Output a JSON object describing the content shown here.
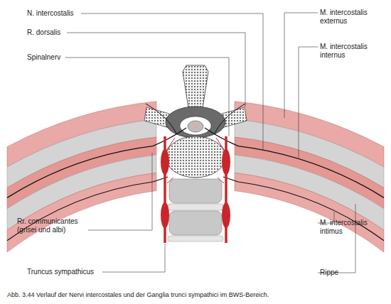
{
  "diagram": {
    "caption": "Abb. 3.44 Verlauf der Nervi intercostales und der Ganglia trunci sympathici im BWS-Bereich.",
    "labels": [
      "N. intercostalis",
      "M. intercostalis externus",
      "R. dorsalis",
      "M. intercostalis internus",
      "Spinalnerv",
      "Rr. communicantes (grisei und albi)",
      "M. intercostalis intimus",
      "Truncus sympathicus",
      "Rippe"
    ]
  }
}
